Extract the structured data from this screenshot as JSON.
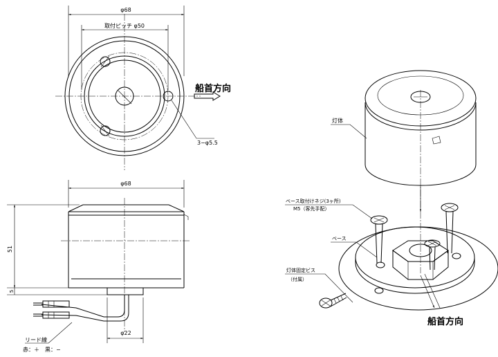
{
  "top_view": {
    "dim_outer": "φ68",
    "dim_pitch": "取付ピッチ φ50",
    "dim_holes": "3−φ5.5",
    "bow_direction": "船首方向"
  },
  "side_view": {
    "dim_outer": "φ68",
    "dim_height": "51",
    "dim_base": "5",
    "dim_shaft": "φ22",
    "lead_label": "リード線",
    "lead_colors": "赤：＋　黒：−"
  },
  "iso_view": {
    "body_label": "灯体",
    "screw_label_1": "ベース取付けネジ(3ヶ所)",
    "screw_label_2": "M5（客先手配）",
    "base_label": "ベース",
    "fix_screw_label_1": "灯体固定ビス",
    "fix_screw_label_2": "（付属）",
    "bow_direction": "船首方向"
  }
}
